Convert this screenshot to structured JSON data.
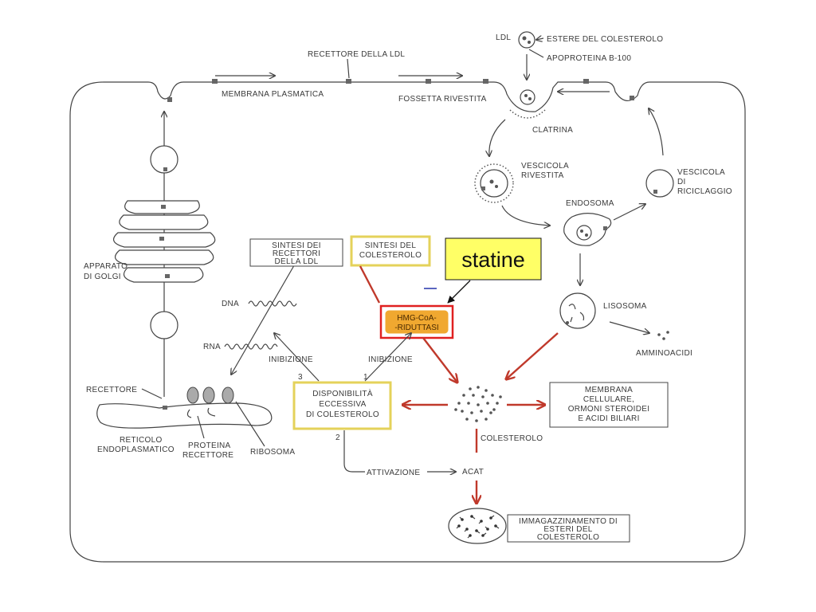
{
  "labels": {
    "ldl": "LDL",
    "estere_colesterolo": "ESTERE DEL COLESTEROLO",
    "apoproteina": "APOPROTEINA B-100",
    "recettore_ldl": "RECETTORE DELLA LDL",
    "membrana_plasmatica": "MEMBRANA PLASMATICA",
    "fossetta_rivestita": "FOSSETTA RIVESTITA",
    "clatrina": "CLATRINA",
    "vescicola_rivestita_1": "VESCICOLA",
    "vescicola_rivestita_2": "RIVESTITA",
    "vescicola_riciclaggio_1": "VESCICOLA",
    "vescicola_riciclaggio_2": "DI",
    "vescicola_riciclaggio_3": "RICICLAGGIO",
    "endosoma": "ENDOSOMA",
    "lisosoma": "LISOSOMA",
    "amminoacidi": "AMMINOACIDI",
    "apparato_golgi_1": "APPARATO",
    "apparato_golgi_2": "DI GOLGI",
    "dna": "DNA",
    "rna": "RNA",
    "recettore": "RECETTORE",
    "reticolo_1": "RETICOLO",
    "reticolo_2": "ENDOPLASMATICO",
    "proteina_1": "PROTEINA",
    "proteina_2": "RECETTORE",
    "ribosoma": "RIBOSOMA",
    "inibizione_1": "INIBIZIONE",
    "inibizione_2": "INIBIZIONE",
    "num_1": "1",
    "num_2": "2",
    "num_3": "3",
    "colesterolo": "COLESTEROLO",
    "attivazione": "ATTIVAZIONE",
    "acat": "ACAT"
  },
  "boxes": {
    "sintesi_recettori": [
      "SINTESI DEI",
      "RECETTORI",
      "DELLA LDL"
    ],
    "sintesi_colesterolo": [
      "SINTESI DEL",
      "COLESTEROLO"
    ],
    "hmg": [
      "HMG-CoA-",
      "-RIDUTTASI"
    ],
    "disponibilita": [
      "DISPONIBILITÀ",
      "ECCESSIVA",
      "DI COLESTEROLO"
    ],
    "membrana_cellulare": [
      "MEMBRANA",
      "CELLULARE,",
      "ORMONI STEROIDEI",
      "E ACIDI BILIARI"
    ],
    "immagazzinamento": [
      "IMMAGAZZINAMENTO DI",
      "ESTERI DEL",
      "COLESTEROLO"
    ]
  },
  "callout": {
    "text": "statine",
    "bg": "#ffff66"
  },
  "colors": {
    "ink": "#444444",
    "red_arrow": "#c0392b",
    "enzyme_fill": "#f0a830",
    "enzyme_border": "#e02020",
    "yellow_border": "#e4d25a"
  }
}
